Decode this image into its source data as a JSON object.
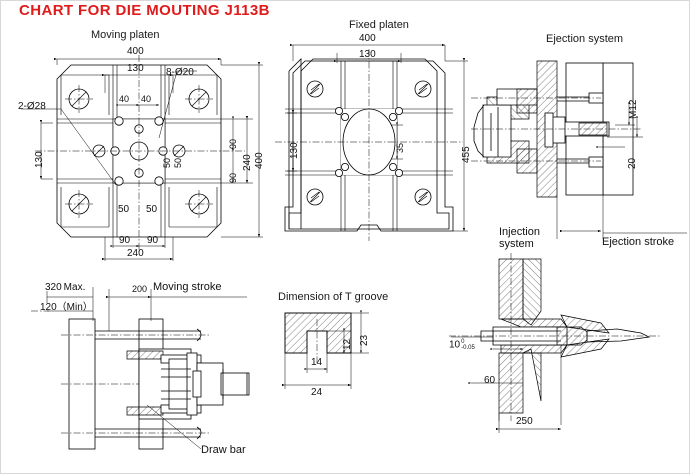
{
  "title": "CHART FOR DIE MOUTING   J113B",
  "title_color": "#e01b1b",
  "views": {
    "moving_platen": {
      "heading": "Moving platen",
      "dims": {
        "width_overall": "400",
        "width_inner": "130",
        "holes_large": "2-Ø28",
        "holes_small": "8-Ø20",
        "top_40_a": "40",
        "top_40_b": "40",
        "left_130": "130",
        "right_90_top": "90",
        "right_90_bot": "90",
        "right_240": "240",
        "right_400": "400",
        "mid_50_a": "50",
        "mid_50_b": "50",
        "bot_50_a": "50",
        "bot_50_b": "50",
        "bot_90_a": "90",
        "bot_90_b": "90",
        "bot_240": "240"
      }
    },
    "fixed_platen": {
      "heading": "Fixed platen",
      "dims": {
        "width_overall": "400",
        "width_inner": "130",
        "left_130": "130",
        "bore_35": "35",
        "height_455": "455"
      }
    },
    "ejection_system": {
      "heading": "Ejection system",
      "dims": {
        "thread": "M12",
        "dia_20": "20"
      },
      "labels": {
        "ejection_stroke": "Ejection stroke",
        "injection_system_line1": "Injection",
        "injection_system_line2": "system"
      }
    },
    "moving_stroke_view": {
      "dims": {
        "max_320": "320 Max.",
        "min_120": "120（Min）",
        "stroke_200": "200"
      },
      "labels": {
        "moving_stroke": "Moving stroke",
        "draw_bar": "Draw bar"
      }
    },
    "t_groove": {
      "heading": "Dimension of T groove",
      "dims": {
        "slot_depth_12": "12",
        "total_depth_23": "23",
        "slot_width_14": "14",
        "head_width_24": "24"
      }
    },
    "injection_system": {
      "dims": {
        "locating_ring": "10",
        "tol_upper": "0",
        "tol_lower": "-0.05",
        "depth_60": "60",
        "nozzle_250": "250"
      }
    }
  }
}
